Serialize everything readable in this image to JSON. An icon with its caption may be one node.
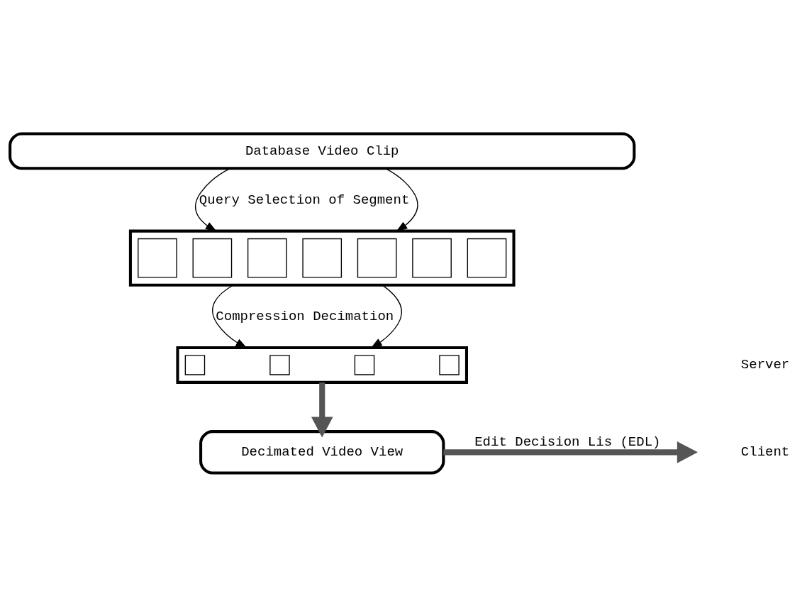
{
  "diagram": {
    "nodes": [
      {
        "text": [
          "Database Video Clip"
        ]
      },
      {
        "text": [],
        "shape": "bar"
      },
      {
        "text": [],
        "shape": "bar"
      },
      {
        "text": [
          "Decimated Video View"
        ]
      }
    ],
    "edges": [
      {
        "from": 0,
        "to": 1,
        "arrow": "to",
        "label": "Query Selection of Segment"
      },
      {
        "from": 0,
        "to": 1,
        "arrow": "to"
      },
      {
        "from": 1,
        "to": 2,
        "arrow": "to",
        "label": "Compression Decimation"
      },
      {
        "from": 1,
        "to": 2,
        "arrow": "to"
      },
      {
        "from": 2,
        "to": 3,
        "arrow": "to",
        "style": "thick"
      },
      {
        "from": 3,
        "to": null,
        "arrow": "to",
        "style": "thick",
        "label": "Edit Decision Lis (EDL)"
      }
    ],
    "labels": [
      "Server",
      "Client"
    ]
  }
}
